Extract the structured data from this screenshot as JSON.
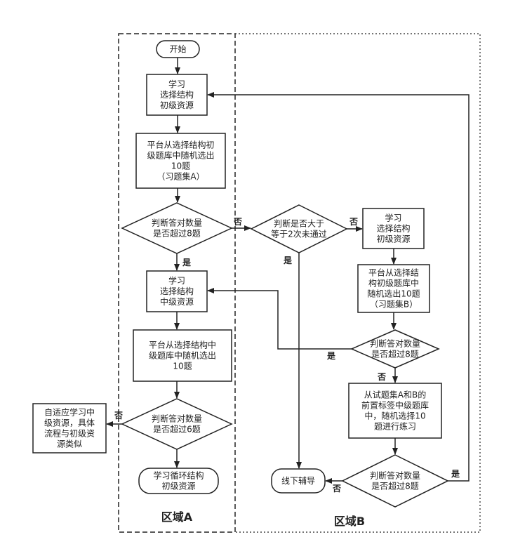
{
  "regions": {
    "a": "区域A",
    "b": "区域B"
  },
  "nodes": {
    "start": [
      "开始"
    ],
    "study1": [
      "学习",
      "选择结构",
      "初级资源"
    ],
    "pick1": [
      "平台从选择结构初",
      "级题库中随机选出",
      "10题",
      "（习题集A）"
    ],
    "check1": [
      "判断答对数量",
      "是否超过8题"
    ],
    "study2": [
      "学习",
      "选择结构",
      "中级资源"
    ],
    "pick2": [
      "平台从选择结构中",
      "级题库中随机选出",
      "10题"
    ],
    "check2": [
      "判断答对数量",
      "是否超过6题"
    ],
    "adaptive": [
      "自适应学习中",
      "级资源，具体",
      "流程与初级资",
      "源类似"
    ],
    "loop": [
      "学习循环结构",
      "初级资源"
    ],
    "check_fail": [
      "判断是否大于",
      "等于2次未通过"
    ],
    "study3": [
      "学习",
      "选择结构",
      "初级资源"
    ],
    "pick3": [
      "平台从选择结",
      "构初级题库中",
      "随机选出10题",
      "（习题集B）"
    ],
    "check3": [
      "判断答对数量",
      "是否超过8题"
    ],
    "pick4": [
      "从试题集A和B的",
      "前置标签中级题库",
      "中，随机选择10",
      "题进行练习"
    ],
    "check4": [
      "判断答对数量",
      "是否超过8题"
    ],
    "offline": [
      "线下辅导"
    ]
  },
  "edges": {
    "yes": "是",
    "no": "否"
  }
}
